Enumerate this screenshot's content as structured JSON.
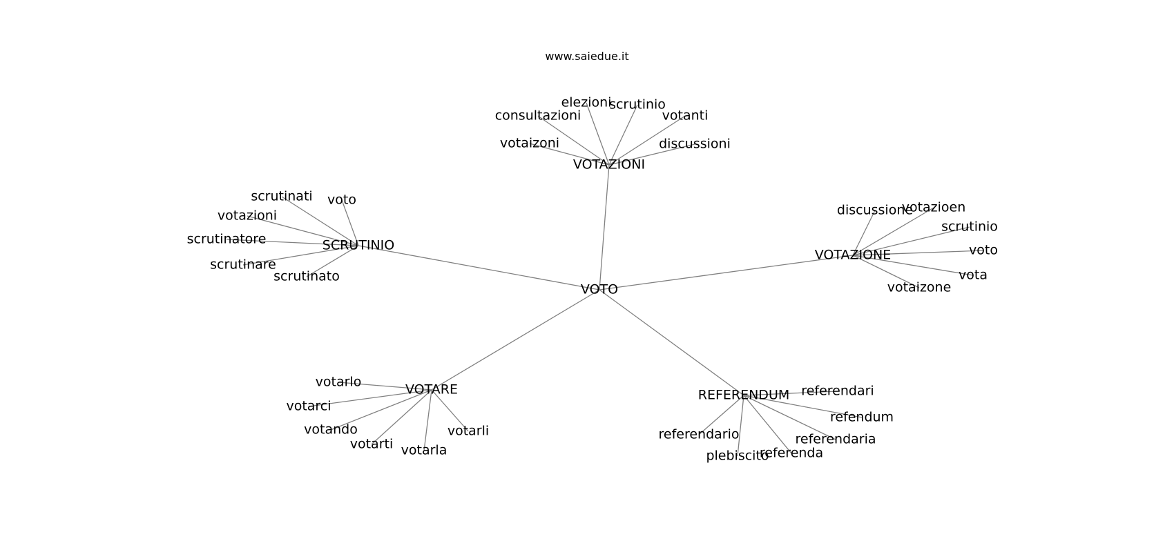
{
  "watermark": "www.saiedue.it",
  "graph": {
    "root": "VOTO",
    "clusters": [
      {
        "label": "VOTAZIONI",
        "terms": [
          "elezioni",
          "scrutinio",
          "consultazioni",
          "votanti",
          "votaizoni",
          "discussioni"
        ]
      },
      {
        "label": "SCRUTINIO",
        "terms": [
          "scrutinati",
          "voto",
          "votazioni",
          "scrutinatore",
          "scrutinare",
          "scrutinato"
        ]
      },
      {
        "label": "VOTAZIONE",
        "terms": [
          "discussione",
          "votazioen",
          "scrutinio",
          "voto",
          "vota",
          "votaizone"
        ]
      },
      {
        "label": "VOTARE",
        "terms": [
          "votarlo",
          "votarci",
          "votando",
          "votarti",
          "votarla",
          "votarli"
        ]
      },
      {
        "label": "REFERENDUM",
        "terms": [
          "referendari",
          "refendum",
          "referendaria",
          "referenda",
          "plebiscito",
          "referendario"
        ]
      }
    ]
  }
}
